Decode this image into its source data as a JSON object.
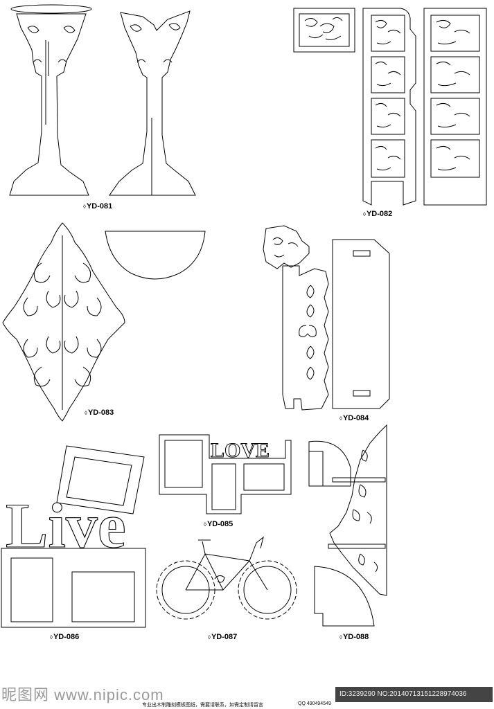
{
  "labels": {
    "p081": "YD-081",
    "p082": "YD-082",
    "p083": "YD-083",
    "p084": "YD-084",
    "p085": "YD-085",
    "p086": "YD-086",
    "p087": "YD-087",
    "p088": "YD-088"
  },
  "cutouts": {
    "love": "LOVE",
    "live": "Live"
  },
  "footer": {
    "watermark": "昵图网 www.nipic.com",
    "id_text": "ID:3239290 NO:20140713151228974036",
    "note": "专业出木制雕刻模板图纸，需要请联系，如需定制请留言",
    "qq": "QQ 490494549"
  }
}
